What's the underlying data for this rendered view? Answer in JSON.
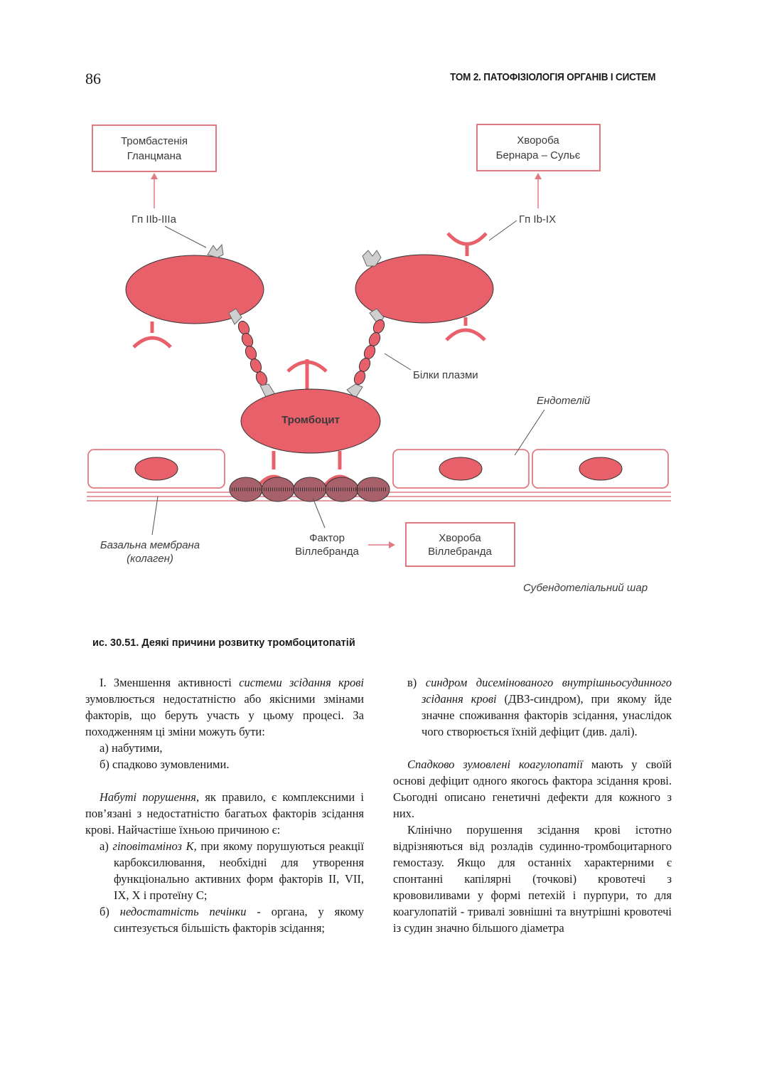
{
  "header": {
    "page_number": "86",
    "running_title": "ТОМ 2. ПАТОФІЗІОЛОГІЯ ОРГАНІВ І СИСТЕМ"
  },
  "figure": {
    "box_glanzmann": [
      "Тромбастенія",
      "Гланцмана"
    ],
    "box_bernard": [
      "Хвороба",
      "Бернара – Сульє"
    ],
    "box_vwd": [
      "Хвороба",
      "Віллебранда"
    ],
    "label_gp2b3a": "Гп IIb-IIIa",
    "label_gp1b9": "Гп Ib-IX",
    "label_plasma_proteins": "Білки плазми",
    "label_endothelium": "Ендотелій",
    "label_platelet": "Тромбоцит",
    "label_basal_membrane": [
      "Базальна мембрана",
      "(колаген)"
    ],
    "label_vwf": [
      "Фактор",
      "Віллебранда"
    ],
    "label_subendothelial": "Субендотеліальний шар",
    "colors": {
      "cell_fill": "#e8606a",
      "outline": "#e07a80",
      "collagen": "#a8616b",
      "grey_receptor": "#cfcfcf"
    },
    "caption": "ис. 30.51. Деякі причини розвитку тромбоцитопатій"
  },
  "left_column": {
    "p1_a": "І.        Зменшення активності ",
    "p1_i1": "системи зсідання крові",
    "p1_b": " зумовлюється недостатністю або якісними змінами факторів, що беруть участь у цьому процесі. За походженням ці зміни можуть бути:",
    "item_a": "а) набутими,",
    "item_b": "б) спадково зумовленими.",
    "p2_i": "Набуті порушення",
    "p2_b": ", як правило, є комплексними і пов’язані з недостатністю багатьох факторів зсідання крові. Найчастіше їхньою причиною є:",
    "li_a_pre": "а) ",
    "li_a_i": "гіповітаміноз К,",
    "li_a_text": " при якому порушуються реакції карбоксилювання, необхідні для утворення функціонально активних форм факторів II, VII, IX, X і протеїну С;",
    "li_b_pre": "б) ",
    "li_b_i": "недостатність печінки",
    "li_b_text": " - органа, у якому синтезується більшість факторів зсідання;"
  },
  "right_column": {
    "li_c_pre": "в)    ",
    "li_c_i": "синдром дисемінованого внутрішньосудинного зсідання крові",
    "li_c_text": " (ДВЗ-синдром), при якому йде значне споживання факторів зсідання, унаслідок чого створюється їхній дефіцит (див. далі).",
    "p3_i": "Спадково зумовлені коагулопатії",
    "p3_text": " мають у своїй основі дефіцит одного якогось фактора зсідання крові. Сьогодні описано генетичні дефекти для кожного з них.",
    "p4": "Клінічно порушення зсідання крові істотно відрізняються від розладів судинно-тромбоцитарного гемостазу. Якщо для останніх характерними є спонтанні капілярні (точкові) кровотечі з крововиливами у формі петехій і пурпури, то для коагулопатій - тривалі зовнішні та внутрішні кровотечі із судин значно більшого діаметра"
  }
}
